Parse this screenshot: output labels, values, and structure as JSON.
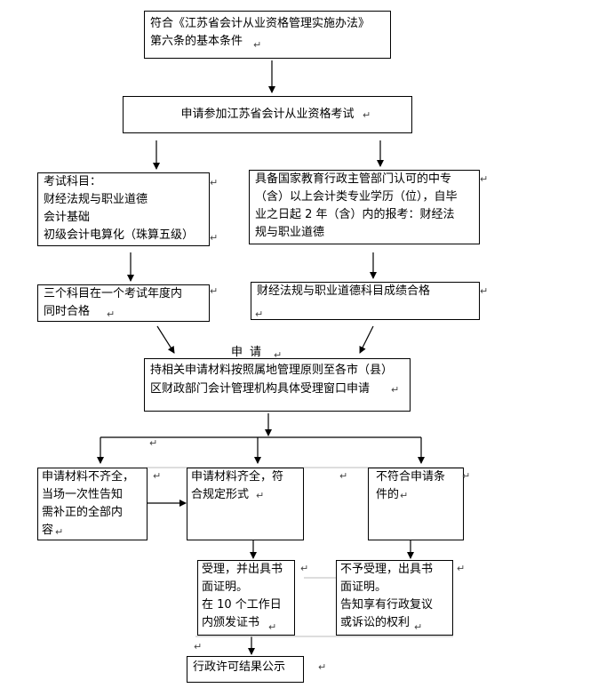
{
  "para_mark": "↵",
  "boxes": {
    "criteria": {
      "lines": [
        "符合《江苏省会计从业资格管理实施办法》",
        "第六条的基本条件"
      ]
    },
    "apply_exam": {
      "lines": [
        "申请参加江苏省会计从业资格考试"
      ]
    },
    "subjects": {
      "lines": [
        "考试科目：",
        "财经法规与职业道德",
        "会计基础",
        "初级会计电算化（珠算五级）"
      ]
    },
    "degree": {
      "lines": [
        "具备国家教育行政主管部门认可的中专",
        "（含）以上会计类专业学历（位），自毕",
        "业之日起 2 年（含）内的报考：财经法",
        "规与职业道德"
      ]
    },
    "pass_all": {
      "lines": [
        "三个科目在一个考试年度内",
        "同时合格"
      ]
    },
    "pass_ethics": {
      "lines": [
        "财经法规与职业道德科目成绩合格"
      ]
    },
    "submit": {
      "lines": [
        "持相关申请材料按照属地管理原则至各市（县）",
        "区财政部门会计管理机构具体受理窗口申请"
      ]
    },
    "incomplete": {
      "lines": [
        "申请材料不齐全，",
        "当场一次性告知",
        "需补正的全部内",
        "容"
      ]
    },
    "complete": {
      "lines": [
        "申请材料齐全，符",
        "合规定形式"
      ]
    },
    "not_eligible": {
      "lines": [
        "不符合申请条",
        "件的"
      ]
    },
    "accept": {
      "lines": [
        "受理，并出具书",
        "面证明。",
        "在 10 个工作日",
        "内颁发证书"
      ]
    },
    "reject": {
      "lines": [
        "不予受理，出具书",
        "面证明。",
        "告知享有行政复议",
        "或诉讼的权利"
      ]
    },
    "publish": {
      "lines": [
        "行政许可结果公示"
      ]
    }
  },
  "apply_label": "申请"
}
